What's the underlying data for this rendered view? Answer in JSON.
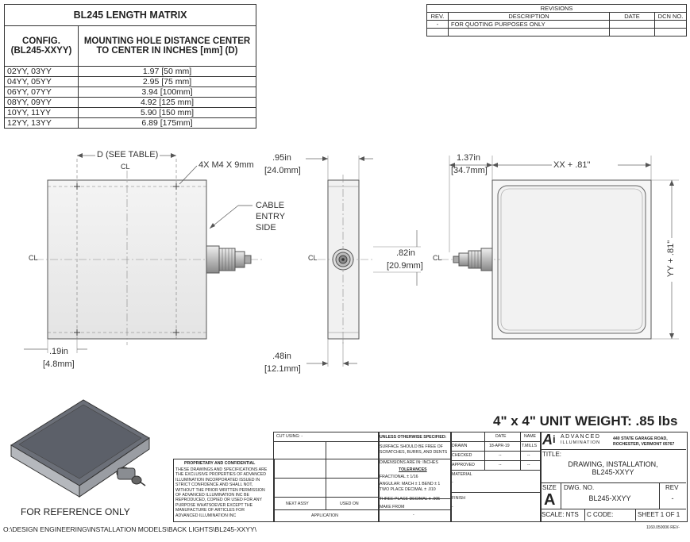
{
  "matrix": {
    "title": "BL245 LENGTH MATRIX",
    "col1": "CONFIG. (BL245-XXYY)",
    "col2": "MOUNTING HOLE DISTANCE CENTER TO CENTER IN INCHES [mm] (D)",
    "rows": [
      {
        "config": "02YY, 03YY",
        "dist": "1.97 [50 mm]"
      },
      {
        "config": "04YY, 05YY",
        "dist": "2.95 [75 mm]"
      },
      {
        "config": "06YY, 07YY",
        "dist": "3.94 [100mm]"
      },
      {
        "config": "08YY, 09YY",
        "dist": "4.92 [125 mm]"
      },
      {
        "config": "10YY, 11YY",
        "dist": "5.90 [150 mm]"
      },
      {
        "config": "12YY, 13YY",
        "dist": "6.89 [175mm]"
      }
    ]
  },
  "revisions": {
    "title": "REVISIONS",
    "headers": [
      "REV.",
      "DESCRIPTION",
      "DATE",
      "DCN NO."
    ],
    "row": [
      "-",
      "FOR QUOTING PURPOSES ONLY",
      "",
      ""
    ]
  },
  "dims": {
    "d_table": "D (SEE TABLE)",
    "holes": "4X M4 X 9mm",
    "cable1": "CABLE",
    "cable2": "ENTRY",
    "cable3": "SIDE",
    "cl": "CL",
    "d19_in": ".19in",
    "d19_mm": "[4.8mm]",
    "d95_in": ".95in",
    "d95_mm": "[24.0mm]",
    "d82_in": ".82in",
    "d82_mm": "[20.9mm]",
    "d48_in": ".48in",
    "d48_mm": "[12.1mm]",
    "d137_in": "1.37in",
    "d137_mm": "[34.7mm]",
    "xx": "XX + .81\"",
    "yy": "YY + .81\""
  },
  "weight": "4\" x 4\" UNIT WEIGHT: .85 lbs",
  "reference": "FOR REFERENCE ONLY",
  "path": "O:\\DESIGN ENGINEERING\\INSTALLATION MODELS\\BACK LIGHTS\\BL245-XXYY\\",
  "docnum": "1160.050006 REV-",
  "titleblock": {
    "cut_using": "CUT USING: -",
    "proprietary_title": "PROPRIETARY AND CONFIDENTIAL",
    "proprietary_lines": [
      "THESE DRAWINGS AND SPECIFICATIONS ARE",
      "THE EXCLUSIVE PROPERTIES OF ADVANCED",
      "ILLUMINATION INCORPORATED ISSUED IN",
      "STRICT CONFIDENCE AND SHALL NOT,",
      "WITHOUT THE PRIOR WRITTEN PERMISSION",
      "OF ADVANCED ILLUMINATION INC BE",
      "REPRODUCED, COPIED OR USED FOR ANY",
      "PURPOSE WHATSOEVER EXCEPT THE",
      "MANUFACTURE OF ARTICLES FOR",
      "ADVANCED ILLUMINATION INC"
    ],
    "next_assy": "NEXT ASSY",
    "used_on": "USED ON",
    "application": "APPLICATION",
    "unless": "UNLESS OTHERWISE SPECIFIED:",
    "surface1": "SURFACE SHOULD BE FREE OF",
    "surface2": "SCRATCHES, BURRS, AND DENTS",
    "dims_in": "DIMENSIONS ARE IN: INCHES",
    "tolerances": "TOLERANCES",
    "fractional": "FRACTIONAL ± 1/16",
    "angular": "ANGULAR: MACH ± 1   BEND ± 1",
    "two_place": "TWO PLACE DECIMAL ± .010",
    "three_place": "THREE PLACE DECIMAL ± .005",
    "make_from": "MAKE FROM",
    "make_from_val": "-",
    "material": "MATERIAL",
    "material_val": "-",
    "finish": "FINISH",
    "finish_val": "-",
    "date_h": "DATE",
    "name_h": "NAME",
    "drawn": "DRAWN",
    "drawn_date": "18-APR-19",
    "drawn_name": "T.MILLS",
    "checked": "CHECKED",
    "checked_date": "--",
    "checked_name": "--",
    "approved": "APPROVED",
    "approved_date": "--",
    "approved_name": "--",
    "logo_a": "A",
    "logo_i": "i",
    "company1": "ADVANCED",
    "company2": "ILLUMINATION",
    "address1": "440 STATE GARAGE ROAD,",
    "address2": "ROCHESTER, VERMONT 05767",
    "title_label": "TITLE:",
    "title1": "DRAWING, INSTALLATION,",
    "title2": "BL245-XXYY",
    "size_label": "SIZE",
    "size_val": "A",
    "dwg_label": "DWG.  NO.",
    "dwg_val": "BL245-XXYY",
    "rev_label": "REV",
    "rev_val": "-",
    "scale": "SCALE: NTS",
    "c_code": "C CODE:",
    "sheet": "SHEET 1 OF 1"
  }
}
